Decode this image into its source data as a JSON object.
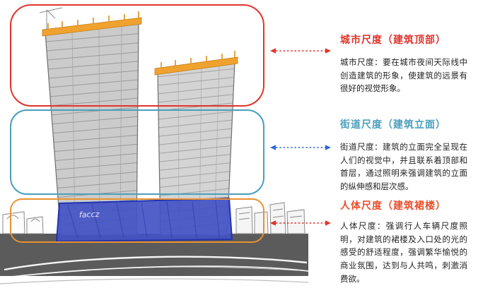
{
  "colors": {
    "city_accent": "#e0342b",
    "street_accent": "#4a9fbd",
    "human_box_accent": "#e8922f",
    "human_title": "#ea4f2b",
    "arrow_red": "#e0342b",
    "arrow_blue": "#2f6bd8",
    "tower_gray": "#cbcbcb",
    "cap_yellow": "#f0a22e",
    "podium_blue": "#4352c4",
    "podium_blue_dark": "#2433ae",
    "ground_gray": "#5b5b5b"
  },
  "sections": [
    {
      "title": "城市尺度（建筑顶部）",
      "body": "城市尺度：要在城市夜间天际线中创造建筑的形象，使建筑的远景有很好的视觉形象。"
    },
    {
      "title": "街道尺度（建筑立面）",
      "body": "街道尺度：建筑的立面完全呈现在人们的视觉中，并且联系着顶部和首层，通过照明来强调建筑的立面的纵伸感和层次感。"
    },
    {
      "title": "人体尺度（建筑裙楼）",
      "body": "人体尺度：强调行人车辆尺度照明，对建筑的裙楼及入口处的光的感受的舒适程度，强调繁华愉悦的商业氛围，达到与人共鸣，刺激消费欲。"
    }
  ],
  "sketch": {
    "podium_note": "faccz"
  }
}
